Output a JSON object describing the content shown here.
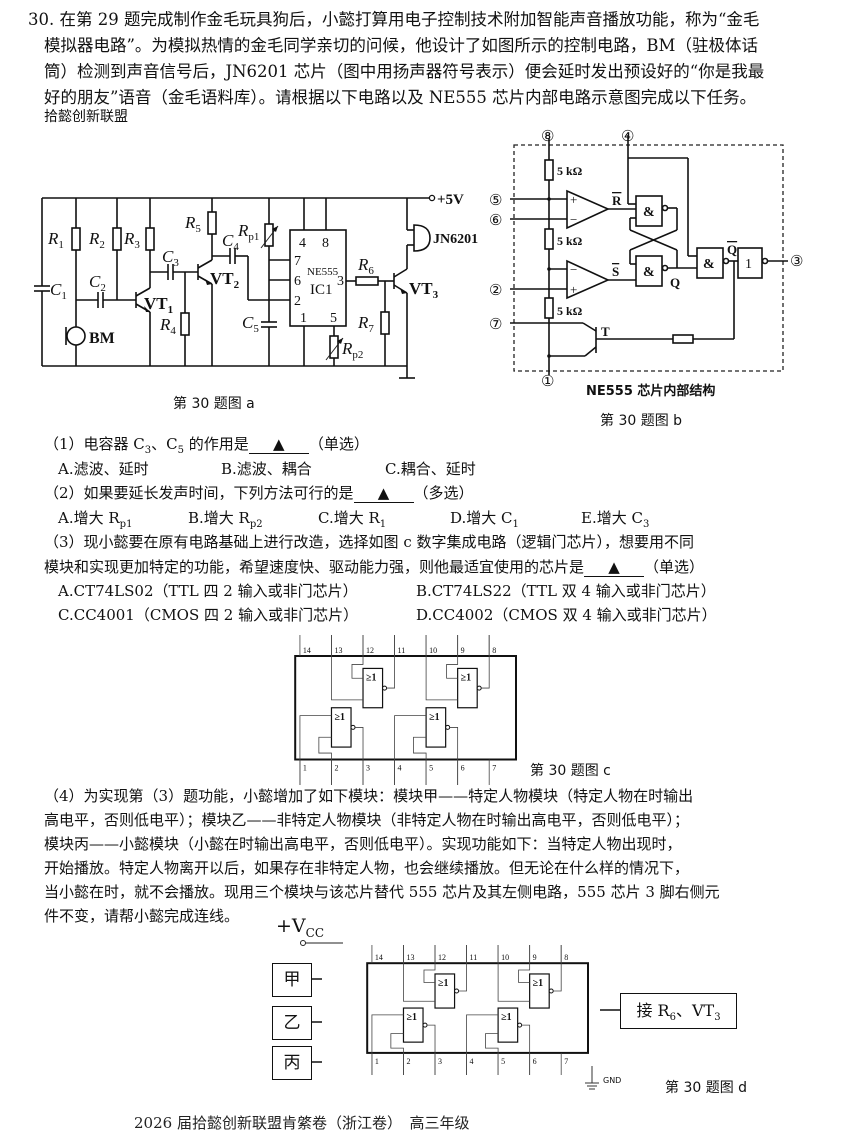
{
  "question": {
    "number": "30.",
    "intro_lines": [
      "在第 29 题完成制作金毛玩具狗后，小懿打算用电子控制技术附加智能声音播放功能，称为“金毛",
      "模拟器电路”。为模拟热情的金毛同学亲切的问候，他设计了如图所示的控制电路，BM（驻极体话",
      "筒）检测到声音信号后，JN6201 芯片（图中用扬声器符号表示）便会延时发出预设好的“你是我最",
      "好的朋友”语音（金毛语料库）。请根据以下电路以及 NE555 芯片内部电路示意图完成以下任务。"
    ],
    "watermark_text": "拾懿创新联盟"
  },
  "figure_a": {
    "caption": "第 30 题图 a",
    "supply": "+5V",
    "labels": {
      "R1": "R",
      "R1_sub": "1",
      "R2": "R",
      "R2_sub": "2",
      "R3": "R",
      "R3_sub": "3",
      "R4": "R",
      "R4_sub": "4",
      "R5": "R",
      "R5_sub": "5",
      "R6": "R",
      "R6_sub": "6",
      "R7": "R",
      "R7_sub": "7",
      "Rp1": "R",
      "Rp1_sub": "p1",
      "Rp2": "R",
      "Rp2_sub": "p2",
      "C1": "C",
      "C1_sub": "1",
      "C2": "C",
      "C2_sub": "2",
      "C3": "C",
      "C3_sub": "3",
      "C4": "C",
      "C4_sub": "4",
      "C5": "C",
      "C5_sub": "5",
      "VT1": "VT",
      "VT1_sub": "1",
      "VT2": "VT",
      "VT2_sub": "2",
      "VT3": "VT",
      "VT3_sub": "3",
      "BM": "BM",
      "speaker": "JN6201",
      "ic_name": "NE555",
      "ic_ref": "IC1",
      "pins": [
        "4",
        "8",
        "7",
        "6",
        "2",
        "3",
        "1",
        "5"
      ]
    }
  },
  "figure_b": {
    "caption": "第 30 题图 b",
    "title": "NE555 芯片内部结构",
    "resistor_label": "5 kΩ",
    "pins": [
      "⑧",
      "④",
      "⑤",
      "⑥",
      "②",
      "⑦",
      "①",
      "③"
    ],
    "gate_and": "&",
    "gate_not": "1",
    "labels": {
      "R": "R",
      "S": "S",
      "Q": "Q",
      "Qbar": "Q",
      "T": "T",
      "plus": "+",
      "minus": "−"
    }
  },
  "sub1": {
    "stem_pre": "（1）电容器 C",
    "stem_sub1": "3",
    "stem_mid": "、C",
    "stem_sub2": "5",
    "stem_post": " 的作用是",
    "blank": "▲",
    "type": "（单选）",
    "options": [
      "A.滤波、延时",
      "B.滤波、耦合",
      "C.耦合、延时"
    ]
  },
  "sub2": {
    "stem": "（2）如果要延长发声时间，下列方法可行的是",
    "blank": "▲",
    "type": "（多选）",
    "options": [
      {
        "pre": "A.增大 R",
        "sub": "p1"
      },
      {
        "pre": "B.增大 R",
        "sub": "p2"
      },
      {
        "pre": "C.增大 R",
        "sub": "1"
      },
      {
        "pre": "D.增大 C",
        "sub": "1"
      },
      {
        "pre": "E.增大 C",
        "sub": "3"
      }
    ]
  },
  "sub3": {
    "line1": "（3）现小懿要在原有电路基础上进行改造，选择如图 c 数字集成电路（逻辑门芯片），想要用不同",
    "line2": "模块和实现更加特定的功能，希望速度快、驱动能力强，则他最适宜使用的芯片是",
    "blank": "▲",
    "type": "（单选）",
    "options": [
      "A.CT74LS02（TTL 四 2 输入或非门芯片）",
      "B.CT74LS22（TTL 双 4 输入或非门芯片）",
      "C.CC4001（CMOS 四 2 输入或非门芯片）",
      "D.CC4002（CMOS 双 4 输入或非门芯片）"
    ]
  },
  "figure_c": {
    "caption": "第 30 题图 c",
    "top_pins": [
      "14",
      "13",
      "12",
      "11",
      "10",
      "9",
      "8"
    ],
    "bottom_pins": [
      "1",
      "2",
      "3",
      "4",
      "5",
      "6",
      "7"
    ],
    "gate_label": "≥1"
  },
  "sub4": {
    "lines": [
      "（4）为实现第（3）题功能，小懿增加了如下模块：模块甲——特定人物模块（特定人物在时输出",
      "高电平，否则低电平）；模块乙——非特定人物模块（非特定人物在时输出高电平，否则低电平）；",
      "模块丙——小懿模块（小懿在时输出高电平，否则低电平）。实现功能如下：当特定人物出现时，",
      "开始播放。特定人物离开以后，如果存在非特定人物，也会继续播放。但无论在什么样的情况下，",
      "当小懿在时，就不会播放。现用三个模块与该芯片替代 555 芯片及其左侧电路，555 芯片 3 脚右侧元",
      "件不变，请帮小懿完成连线。"
    ]
  },
  "figure_d": {
    "caption": "第 30 题图 d",
    "vcc": "+V",
    "vcc_sub": "CC",
    "modules": [
      "甲",
      "乙",
      "丙"
    ],
    "output_box_pre": "接 R",
    "output_box_sub": "6",
    "output_box_post": "、VT",
    "output_box_sub2": "3",
    "gnd": "GND",
    "top_pins": [
      "14",
      "13",
      "12",
      "11",
      "10",
      "9",
      "8"
    ],
    "bottom_pins": [
      "1",
      "2",
      "3",
      "4",
      "5",
      "6",
      "7"
    ],
    "gate_label": "≥1"
  },
  "footer": {
    "text": "2026 届拾懿创新联盟肯綮卷（浙江卷）　高三年级"
  }
}
